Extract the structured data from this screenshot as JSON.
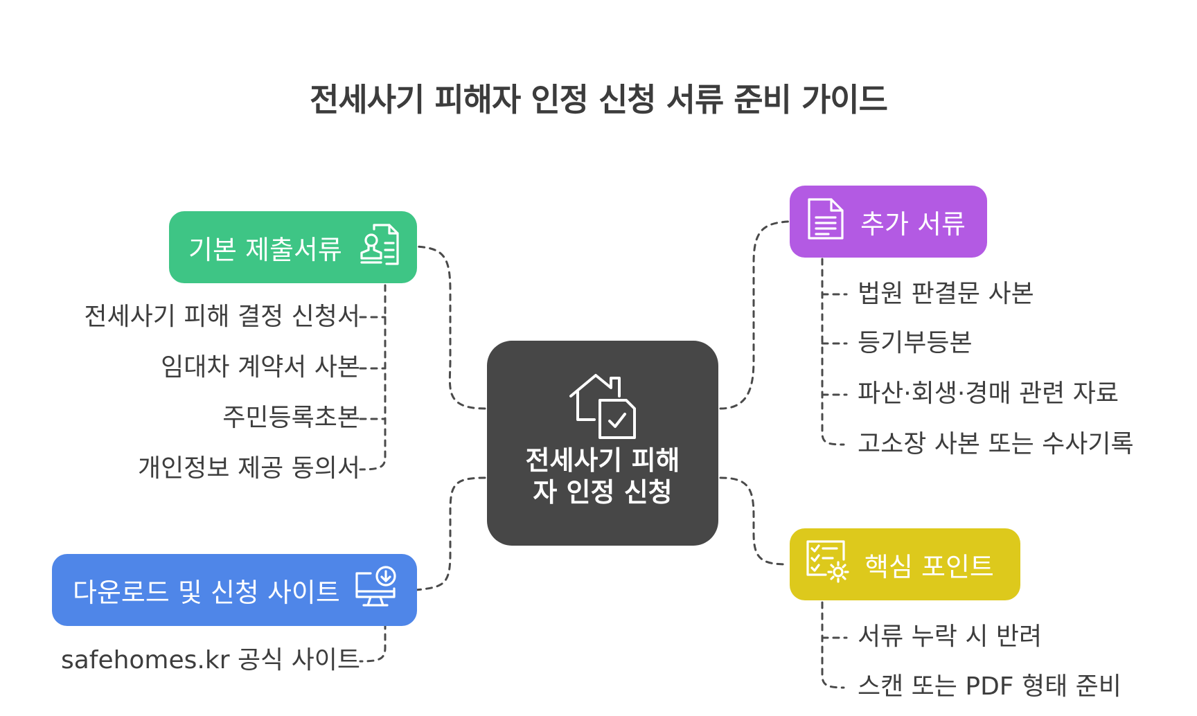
{
  "title": "전세사기 피해자 인정 신청 서류 준비 가이드",
  "center": {
    "line1": "전세사기 피해",
    "line2": "자 인정 신청",
    "icon": "house-check-icon",
    "color": "#474747"
  },
  "categories": {
    "basic": {
      "label": "기본 제출서류",
      "icon": "stamp-document-icon",
      "color": "#3ec585",
      "items": [
        "전세사기 피해 결정 신청서",
        "임대차 계약서 사본",
        "주민등록초본",
        "개인정보 제공 동의서"
      ]
    },
    "download": {
      "label": "다운로드 및 신청 사이트",
      "icon": "monitor-download-icon",
      "color": "#4f86e8",
      "items": [
        "safehomes.kr 공식 사이트"
      ]
    },
    "extra": {
      "label": "추가 서류",
      "icon": "document-icon",
      "color": "#b35ae3",
      "items": [
        "법원 판결문 사본",
        "등기부등본",
        "파산·회생·경매 관련 자료",
        "고소장 사본 또는 수사기록"
      ]
    },
    "keypoints": {
      "label": "핵심 포인트",
      "icon": "checklist-gear-icon",
      "color": "#ddc91c",
      "items": [
        "서류 누락 시 반려",
        "스캔 또는 PDF 형태 준비"
      ]
    }
  }
}
